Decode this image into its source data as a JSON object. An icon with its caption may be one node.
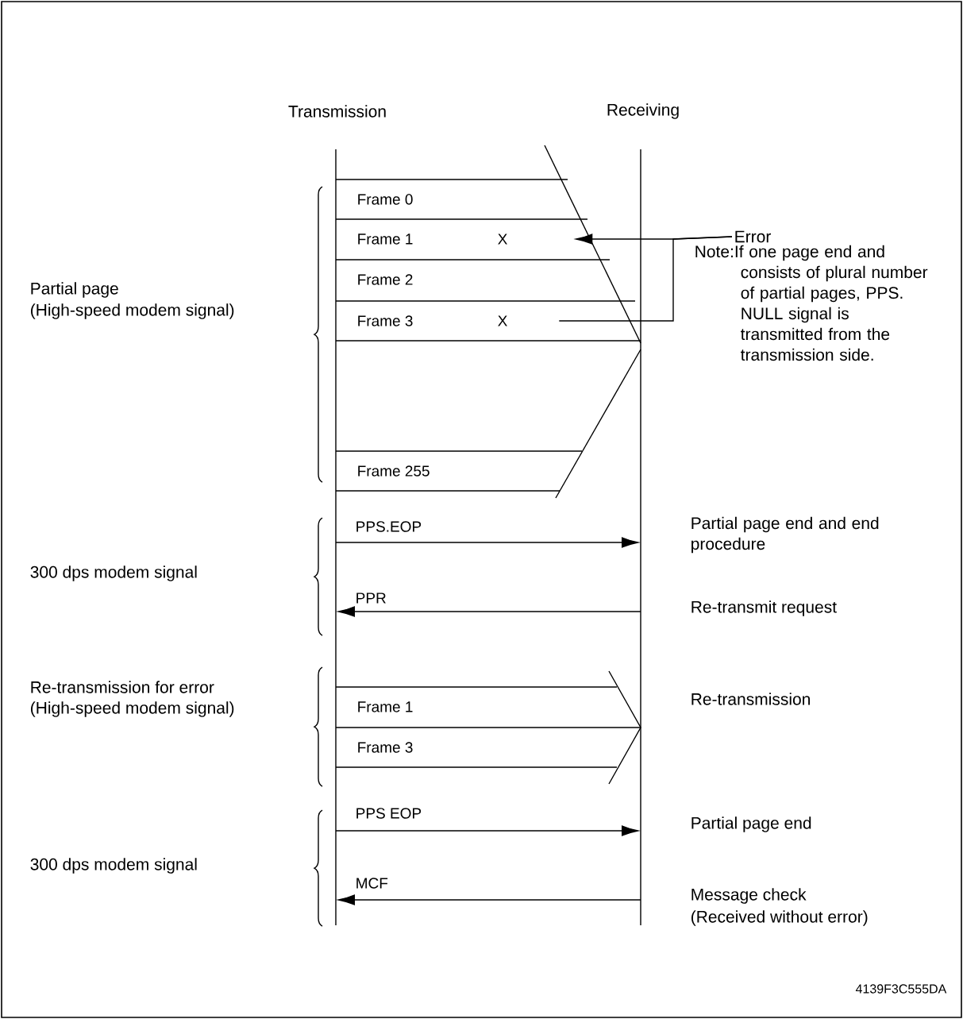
{
  "diagram": {
    "nodes": [
      {
        "text": [],
        "shape": "line"
      },
      {
        "text": [],
        "shape": "line"
      },
      {
        "text": [
          "Frame 0"
        ]
      },
      {
        "text": [
          "Frame 1",
          "X"
        ]
      },
      {
        "text": [
          "Frame 2"
        ]
      },
      {
        "text": [
          "Frame 3",
          "X"
        ]
      },
      {
        "text": [
          "Error"
        ]
      },
      {
        "text": [
          "Frame 255"
        ]
      },
      {
        "text": [
          "Frame 1"
        ]
      },
      {
        "text": [
          "Frame 3"
        ]
      }
    ],
    "edges": [
      {
        "from": 6,
        "to": 3,
        "arrow": "to"
      },
      {
        "from": 5,
        "to": 6,
        "arrow": "none"
      },
      {
        "from": 0,
        "to": 1,
        "arrow": "to",
        "label": "PPS.EOP"
      },
      {
        "from": 1,
        "to": 0,
        "arrow": "to",
        "label": "PPR"
      },
      {
        "from": 0,
        "to": 1,
        "arrow": "to",
        "label": "PPS EOP"
      },
      {
        "from": 1,
        "to": 0,
        "arrow": "to",
        "label": "MCF"
      }
    ],
    "labels": [
      "Transmission",
      "Receiving",
      "Note:If one page end and consists of plural number of partial pages, PPS. NULL signal is transmitted from the transmission side.",
      "Partial page",
      "(High-speed modem signal)",
      "Partial page end and end procedure",
      "300 dps modem signal",
      "Re-transmit request",
      "Re-transmission for error",
      "Re-transmission",
      "(High-speed modem signal)",
      "Partial page end",
      "300 dps modem signal",
      "Message check",
      "(Received without error)",
      "4139F3C555DA"
    ]
  }
}
